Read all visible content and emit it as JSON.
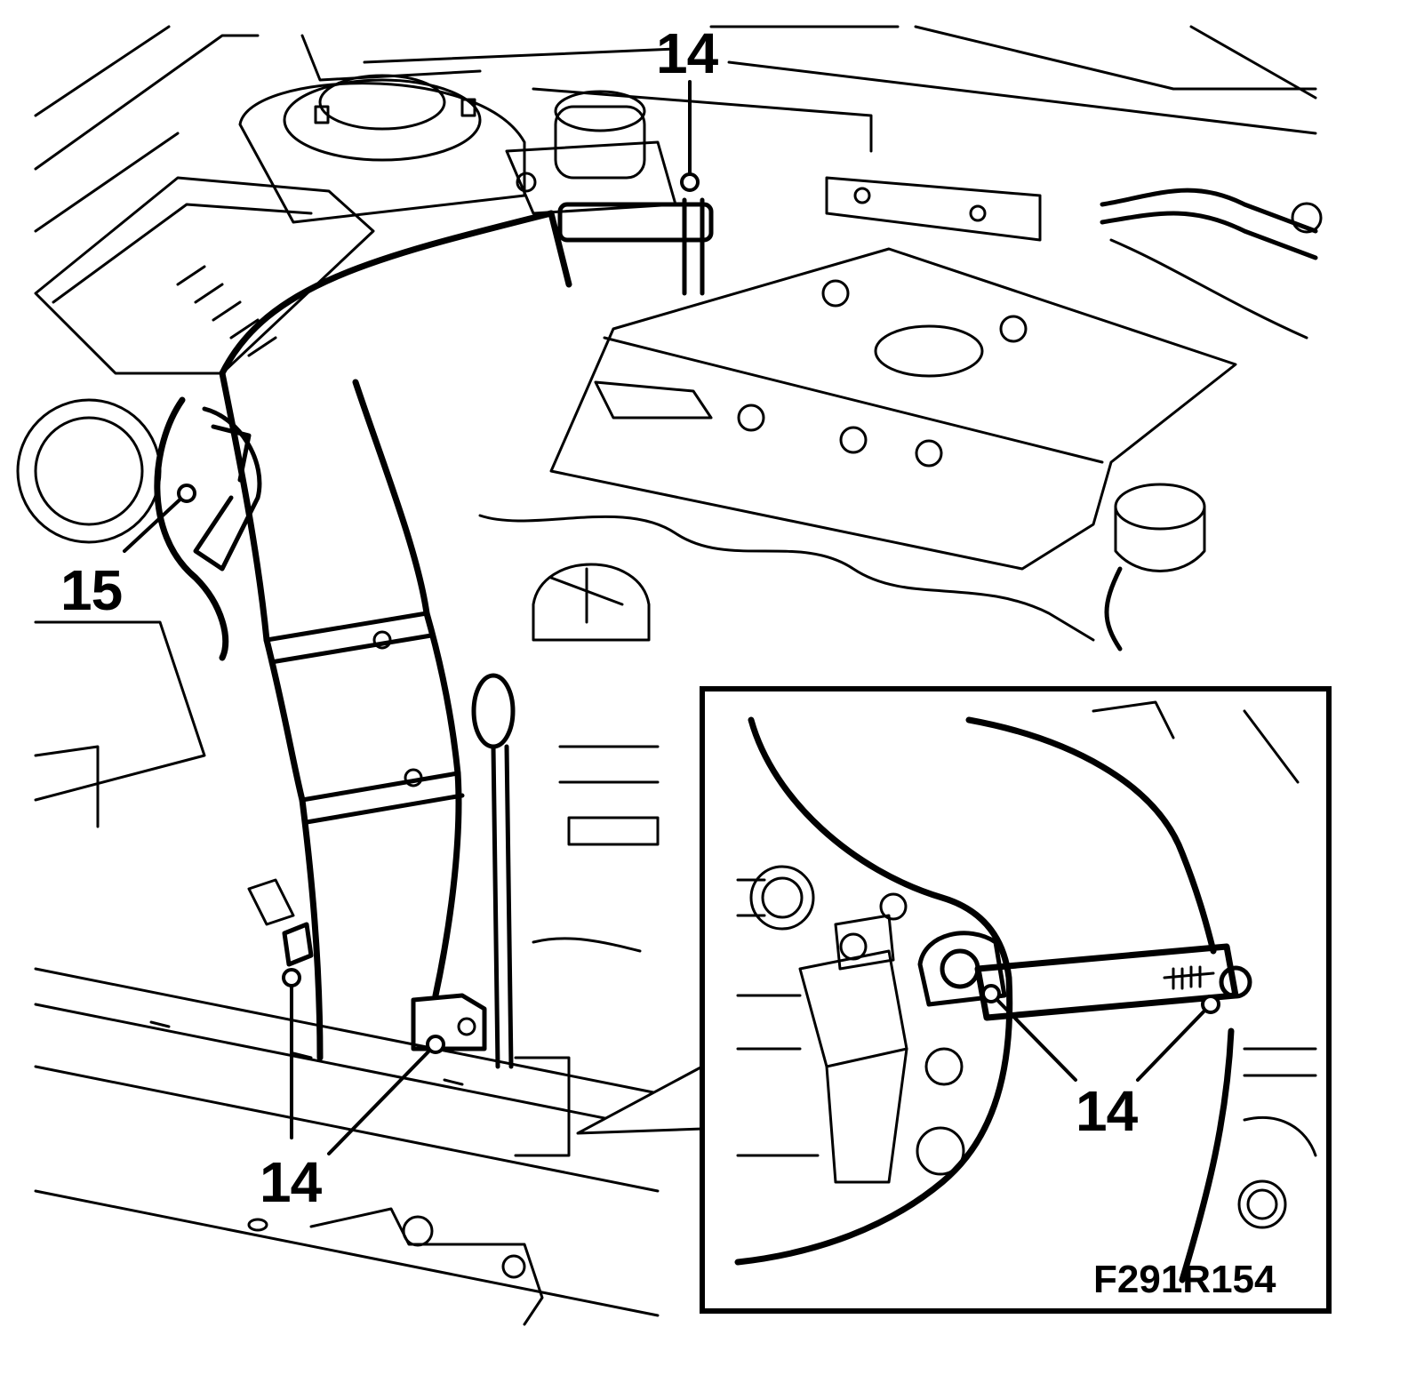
{
  "figure": {
    "code": "F291R154",
    "stroke_color": "#000000",
    "background_color": "#ffffff"
  },
  "callouts": {
    "top": "14",
    "left": "15",
    "bottom": "14",
    "inset": "14"
  }
}
